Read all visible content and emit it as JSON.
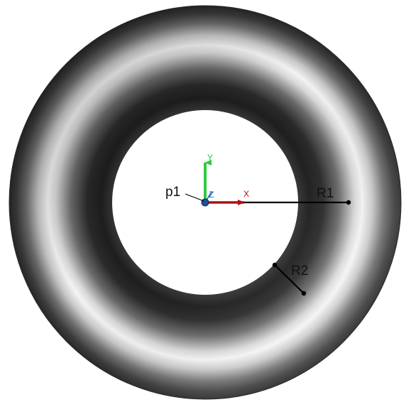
{
  "diagram": {
    "labels": {
      "point": "p1",
      "major_radius": "R1",
      "minor_radius": "R2"
    },
    "ucs_axes": {
      "x": "X",
      "y": "Y",
      "z": "Z"
    },
    "colors": {
      "x_axis": "#b01010",
      "y_axis": "#2ecc40",
      "z_axis": "#1e5fbf",
      "dimension_line": "#000000",
      "torus_dark": "#1a1a1a",
      "torus_light": "#f2f2f2"
    }
  }
}
